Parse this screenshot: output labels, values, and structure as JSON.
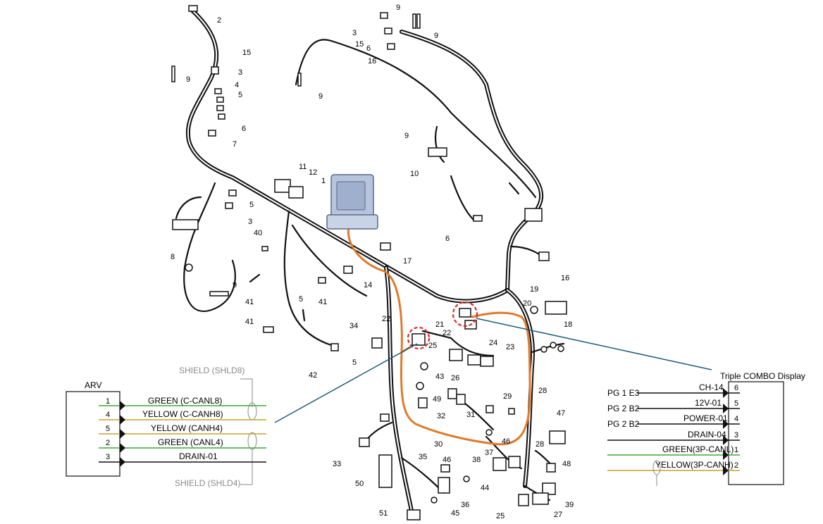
{
  "callouts": [
    "1",
    "2",
    "3",
    "4",
    "5",
    "6",
    "7",
    "8",
    "9",
    "10",
    "11",
    "12",
    "14",
    "15",
    "16",
    "17",
    "18",
    "19",
    "20",
    "21",
    "22",
    "23",
    "24",
    "25",
    "26",
    "27",
    "28",
    "29",
    "30",
    "31",
    "32",
    "33",
    "34",
    "35",
    "36",
    "37",
    "38",
    "39",
    "40",
    "41",
    "42",
    "43",
    "44",
    "45",
    "46",
    "47",
    "48",
    "49",
    "50",
    "51"
  ],
  "arv": {
    "title": "ARV",
    "shield_top": "SHIELD (SHLD8)",
    "shield_bottom": "SHIELD (SHLD4)",
    "rows": [
      {
        "pin": "1",
        "label": "GREEN (C-CANL8)",
        "color": "#3aaa35"
      },
      {
        "pin": "4",
        "label": "YELLOW (C-CANH8)",
        "color": "#c9a227"
      },
      {
        "pin": "5",
        "label": "YELLOW (CANH4)",
        "color": "#c9a227"
      },
      {
        "pin": "2",
        "label": "GREEN (CANL4)",
        "color": "#3aaa35"
      },
      {
        "pin": "3",
        "label": "DRAIN-01",
        "color": "#111111"
      }
    ]
  },
  "display": {
    "title": "Triple COMBO Display",
    "rows": [
      {
        "pin": "6",
        "label": "CH-14",
        "left": "PG 1 E3",
        "color": "#111111"
      },
      {
        "pin": "5",
        "label": "12V-01",
        "left": "PG 2 B2",
        "color": "#111111"
      },
      {
        "pin": "4",
        "label": "POWER-01",
        "left": "PG 2 B2",
        "color": "#111111"
      },
      {
        "pin": "3",
        "label": "DRAIN-04",
        "left": "",
        "color": "#111111"
      },
      {
        "pin": "1",
        "label": "GREEN(3P-CANL)",
        "left": "",
        "color": "#3aaa35"
      },
      {
        "pin": "2",
        "label": "YELLOW(3P-CANH)",
        "left": "",
        "color": "#c9a227"
      }
    ]
  },
  "colors": {
    "highlight": "#e07a2d",
    "pointer_line": "#1f5c7a",
    "circle": "#d62b2b",
    "ecu": "#b7c4dc"
  }
}
